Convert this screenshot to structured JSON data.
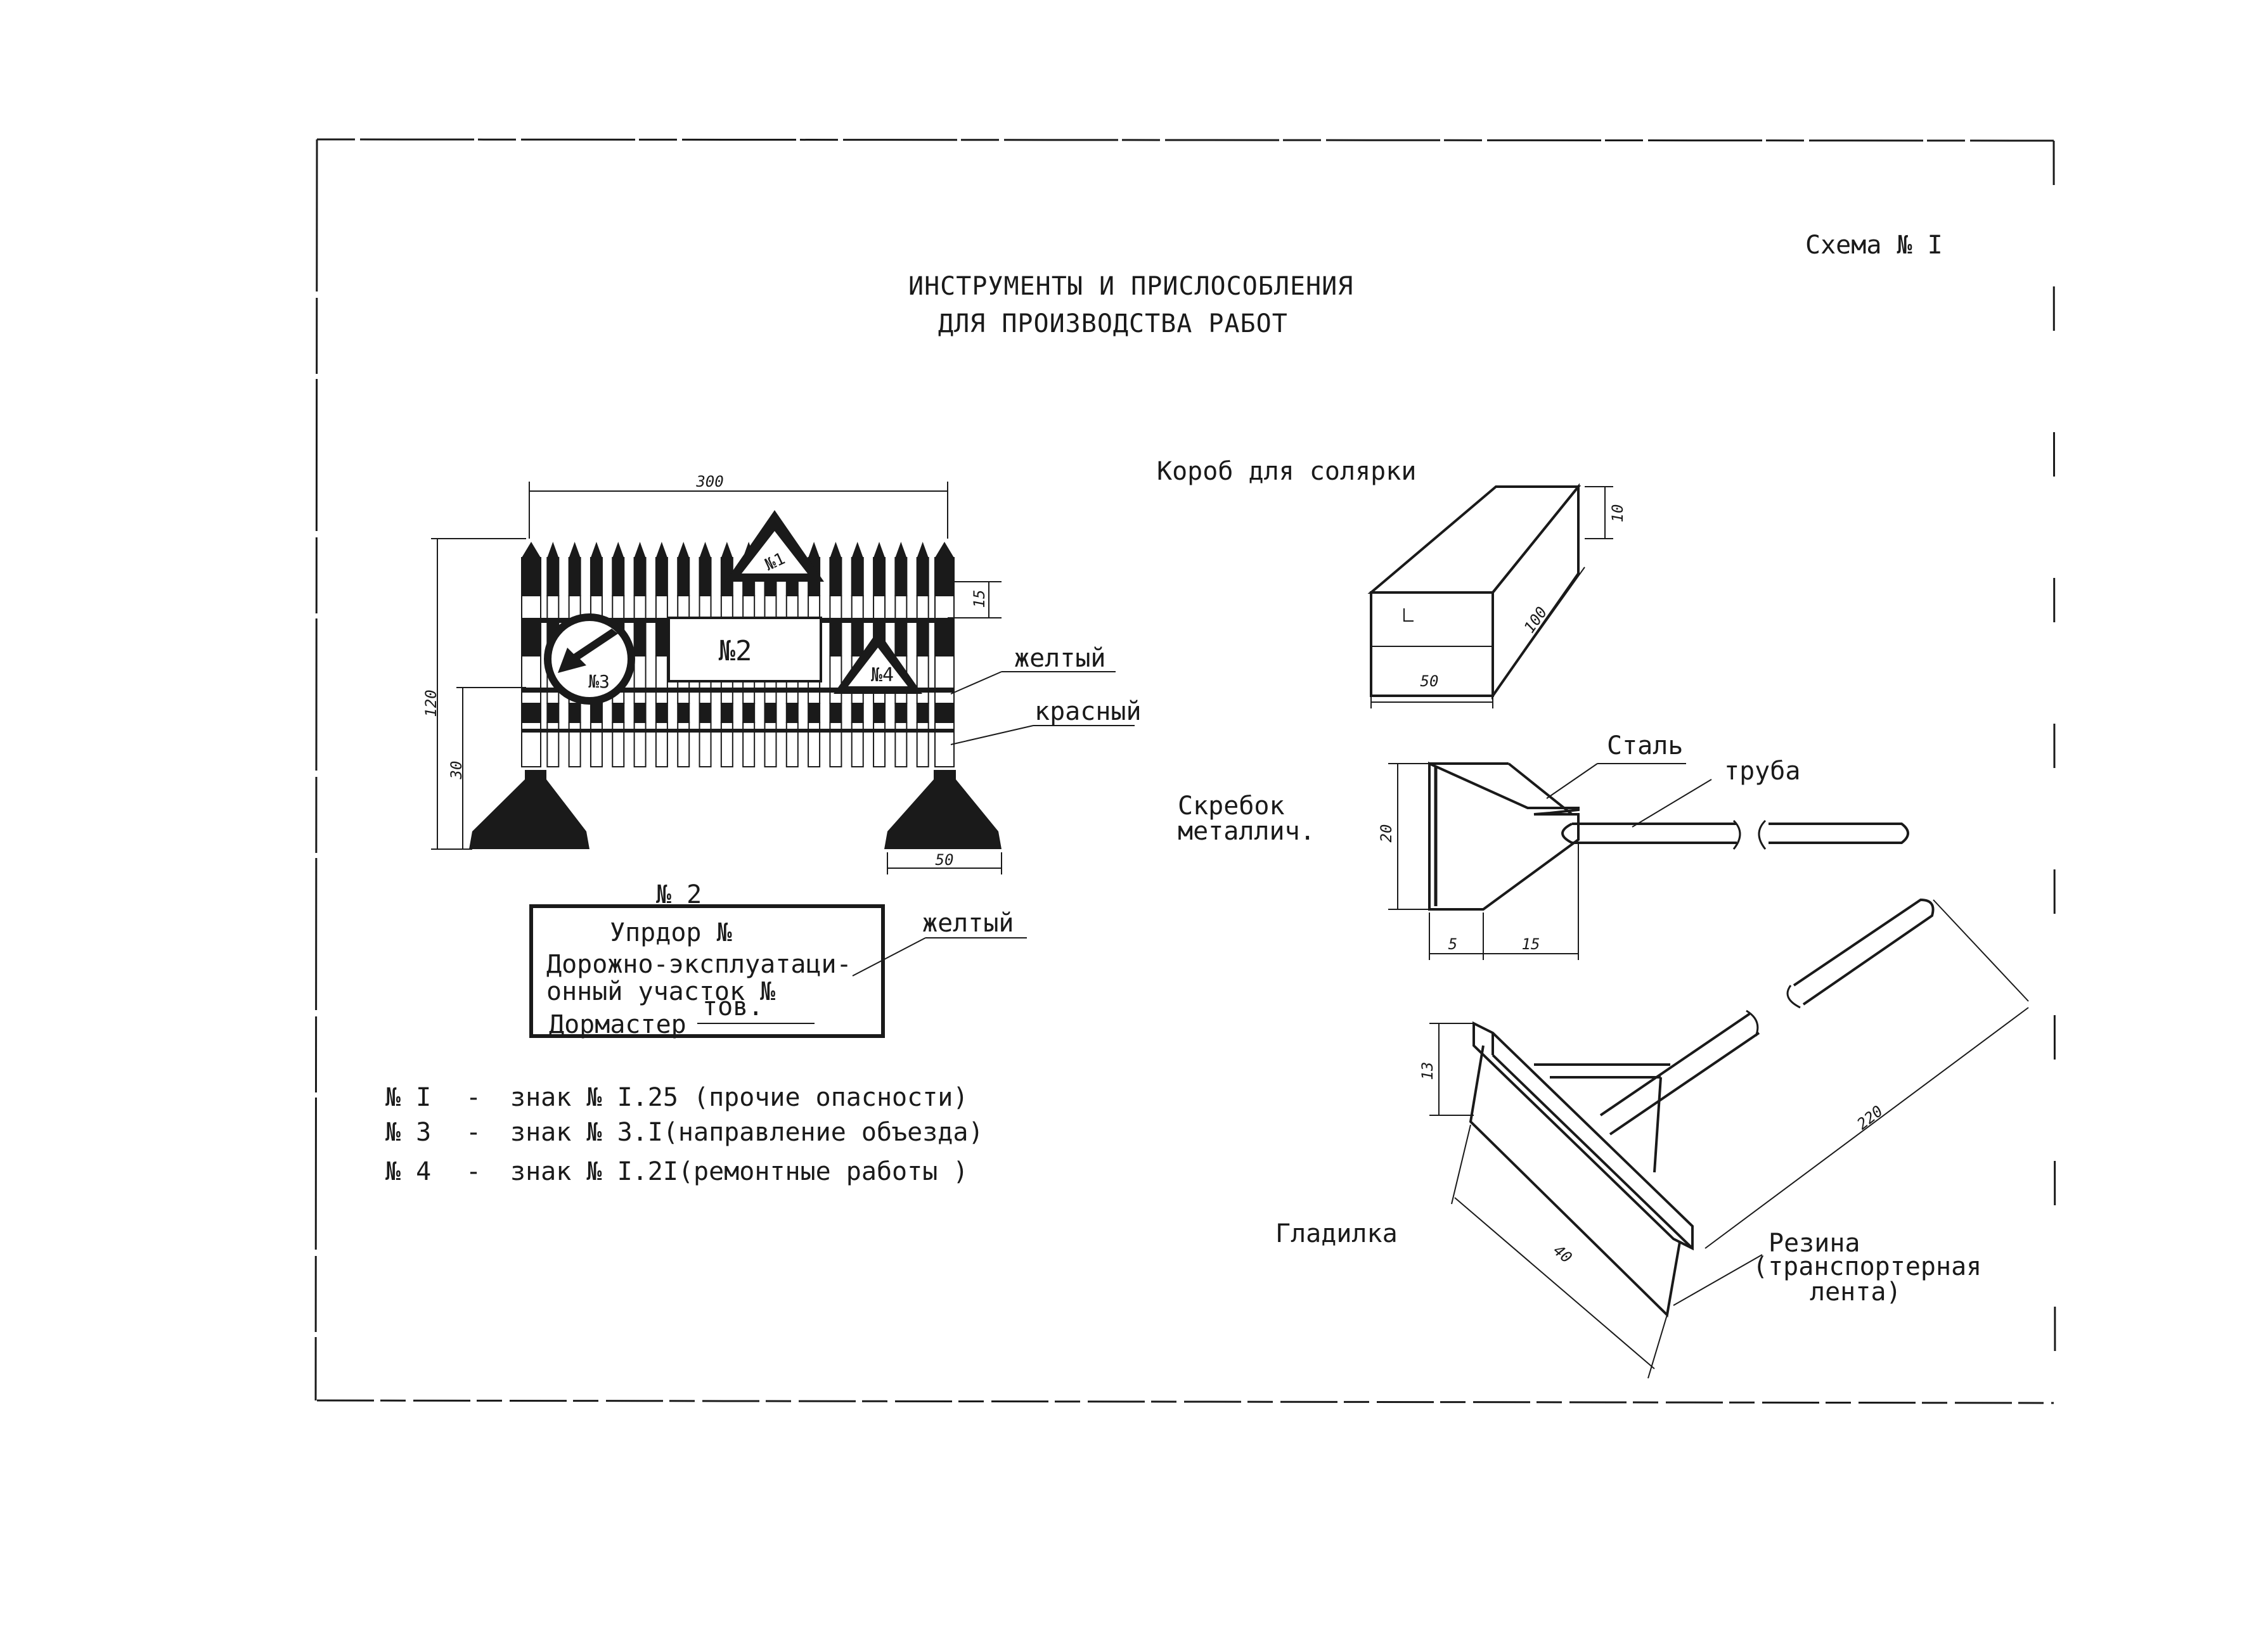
{
  "scheme_label": "Схема № I",
  "title": {
    "line1": "ИНСТРУМЕНТЫ И ПРИСЛОСОБЛЕНИЯ",
    "line2": "ДЛЯ ПРОИЗВОДСТВА РАБОТ"
  },
  "barrier": {
    "dim_width": "300",
    "dim_height": "120",
    "dim_lower": "30",
    "dim_stripe": "15",
    "dim_base": "50",
    "sign_no1": "№1",
    "sign_no2": "№2",
    "sign_no3": "№3",
    "sign_no4": "№4",
    "label_yellow": "желтый",
    "label_red": "красный"
  },
  "plate": {
    "caption": "№ 2",
    "line1": "Упрдор №",
    "line2": "Дорожно-эксплуатаци-",
    "line3": "онный участок №",
    "line4_prefix": "Дормастер",
    "line4_suffix": "тов.",
    "label_yellow": "желтый"
  },
  "legend": [
    {
      "num": "№ I",
      "dash": "-",
      "text": "знак № I.25 (прочие опасности)"
    },
    {
      "num": "№ 3",
      "dash": "-",
      "text": "знак № 3.I(направление объезда)"
    },
    {
      "num": "№ 4",
      "dash": "-",
      "text": "знак № I.2I(ремонтные работы )"
    }
  ],
  "box": {
    "title": "Короб для солярки",
    "dim_height": "10",
    "dim_length": "100",
    "dim_width": "50"
  },
  "scraper": {
    "title_line1": "Скребок",
    "title_line2": "металлич.",
    "label_steel": "Сталь",
    "label_pipe": "труба",
    "dim_height": "20",
    "dim_a": "5",
    "dim_b": "15"
  },
  "trowel": {
    "title": "Гладилка",
    "dim_height": "13",
    "dim_width": "40",
    "dim_handle": "220",
    "label_rubber1": "Резина",
    "label_rubber2": "(транспортерная",
    "label_rubber3": "лента)"
  },
  "colors": {
    "ink": "#1a1a1a",
    "paper": "#ffffff"
  }
}
